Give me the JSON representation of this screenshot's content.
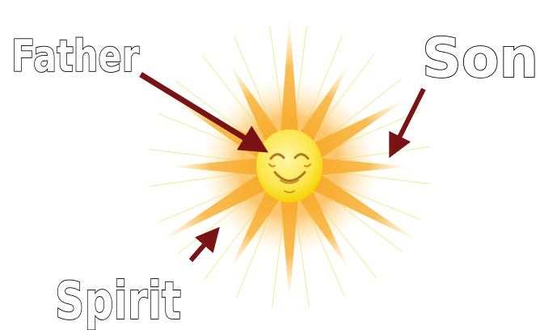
{
  "labels": {
    "father": "Father",
    "son": "Son",
    "spirit": "Spirit"
  },
  "colors": {
    "arrow": "#7a1414",
    "ray_outer": "#f7a21b",
    "ray_inner": "#fde9a8",
    "face_center": "#fff7a8",
    "face_edge": "#f5d400",
    "face_features": "#b07a1a",
    "thin_rays": "#f3e27a"
  },
  "icons": {
    "sun": "smiling-sun-icon"
  }
}
